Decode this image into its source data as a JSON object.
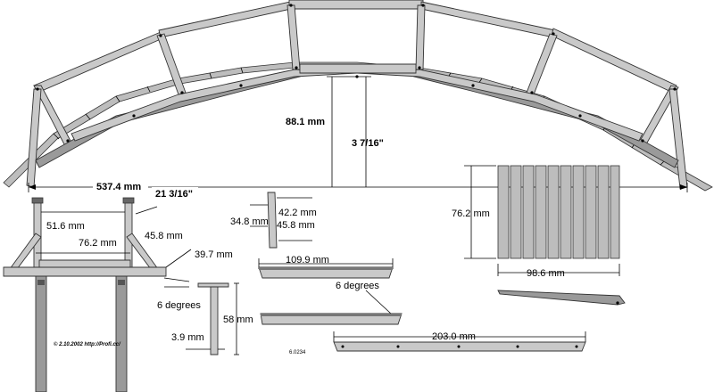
{
  "labels": {
    "span_mm": "537.4 mm",
    "span_in": "21 3/16\"",
    "rise_mm": "88.1 mm",
    "rise_in": "3 7/16\"",
    "end_inner_width": "51.6 mm",
    "end_outer_width": "76.2 mm",
    "end_side": "45.8 mm",
    "end_lower": "39.7 mm",
    "angle_left": "6 degrees",
    "post_height": "58 mm",
    "post_width": "3.9 mm",
    "brace_left": "34.8 mm",
    "brace_right": "42.2 mm",
    "brace_diag": "45.8 mm",
    "top_chord": "109.9 mm",
    "angle_mid": "6 degrees",
    "bottom_chord": "203.0 mm",
    "deck_height": "76.2 mm",
    "deck_width": "98.6 mm",
    "copyright": "© 2.10.2002  http://Profi.cc/",
    "part_no": "6.0234"
  }
}
